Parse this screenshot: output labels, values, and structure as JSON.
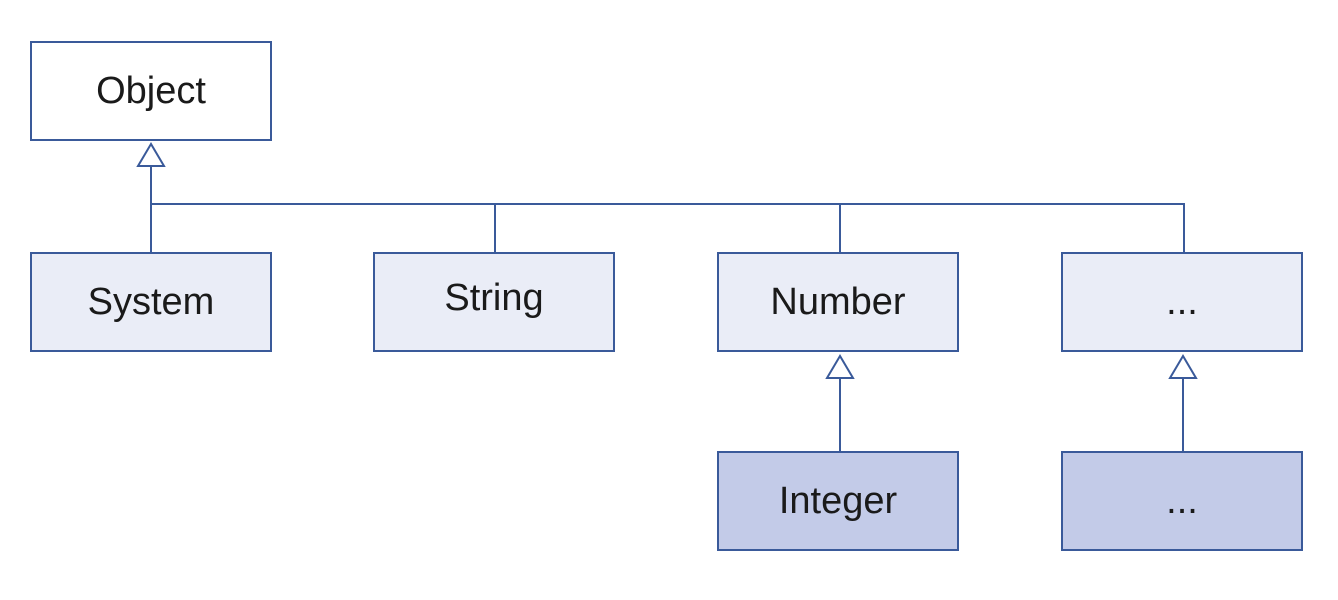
{
  "colors": {
    "line": "#3a5a9a",
    "root_fill": "#ffffff",
    "level1_fill": "#eaedf7",
    "level2_fill": "#c3cbe8",
    "text": "#1a1a1a"
  },
  "nodes": {
    "object": "Object",
    "system": "System",
    "string": "String",
    "number": "Number",
    "more_level1": "...",
    "integer": "Integer",
    "more_level2": "..."
  },
  "relations": [
    {
      "child": "system",
      "parent": "object",
      "type": "inheritance"
    },
    {
      "child": "string",
      "parent": "object",
      "type": "inheritance"
    },
    {
      "child": "number",
      "parent": "object",
      "type": "inheritance"
    },
    {
      "child": "more_level1",
      "parent": "object",
      "type": "inheritance"
    },
    {
      "child": "integer",
      "parent": "number",
      "type": "inheritance"
    },
    {
      "child": "more_level2",
      "parent": "more_level1",
      "type": "inheritance"
    }
  ]
}
